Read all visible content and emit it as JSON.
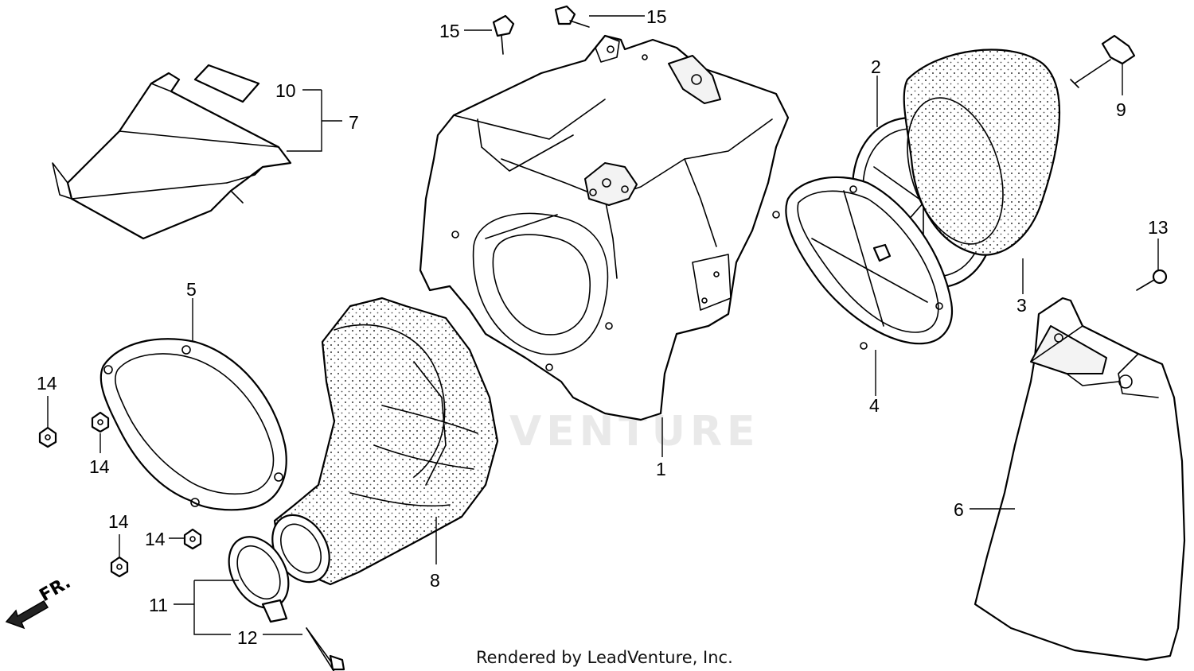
{
  "callouts": {
    "c1": "1",
    "c2": "2",
    "c3": "3",
    "c4": "4",
    "c5": "5",
    "c6": "6",
    "c7": "7",
    "c8": "8",
    "c9": "9",
    "c10": "10",
    "c11": "11",
    "c12": "12",
    "c13": "13",
    "c14a": "14",
    "c14b": "14",
    "c14c": "14",
    "c14d": "14",
    "c15a": "15",
    "c15b": "15"
  },
  "direction_label": "FR.",
  "watermark": "VENTURE",
  "credit": "Rendered by LeadVenture, Inc."
}
